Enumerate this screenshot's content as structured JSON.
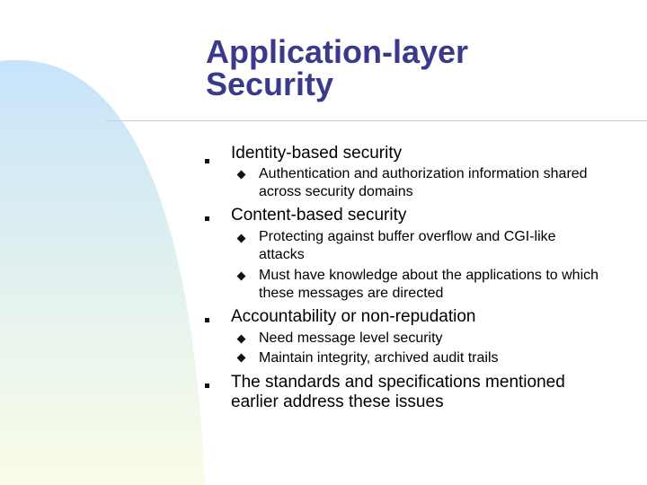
{
  "slide": {
    "title_line1": "Application-layer",
    "title_line2": "Security",
    "bullets": [
      {
        "text": "Identity-based security",
        "sub": [
          "Authentication and authorization information shared across security domains"
        ]
      },
      {
        "text": "Content-based security",
        "sub": [
          "Protecting against buffer overflow and CGI-like attacks",
          "Must have knowledge about the applications to which these messages are directed"
        ]
      },
      {
        "text": "Accountability or non-repudation",
        "sub": [
          "Need message level security",
          "Maintain integrity, archived audit trails"
        ]
      },
      {
        "text": "The standards and specifications mentioned earlier address these issues",
        "sub": []
      }
    ]
  },
  "colors": {
    "title": "#3a3a8c",
    "background_gradient_top": "#c9e6fb",
    "background_gradient_bottom": "#f7fbe6",
    "text": "#000000"
  },
  "icons": {
    "level1_bullet": "square-bullet-icon",
    "level2_bullet": "diamond-bullet-icon"
  }
}
